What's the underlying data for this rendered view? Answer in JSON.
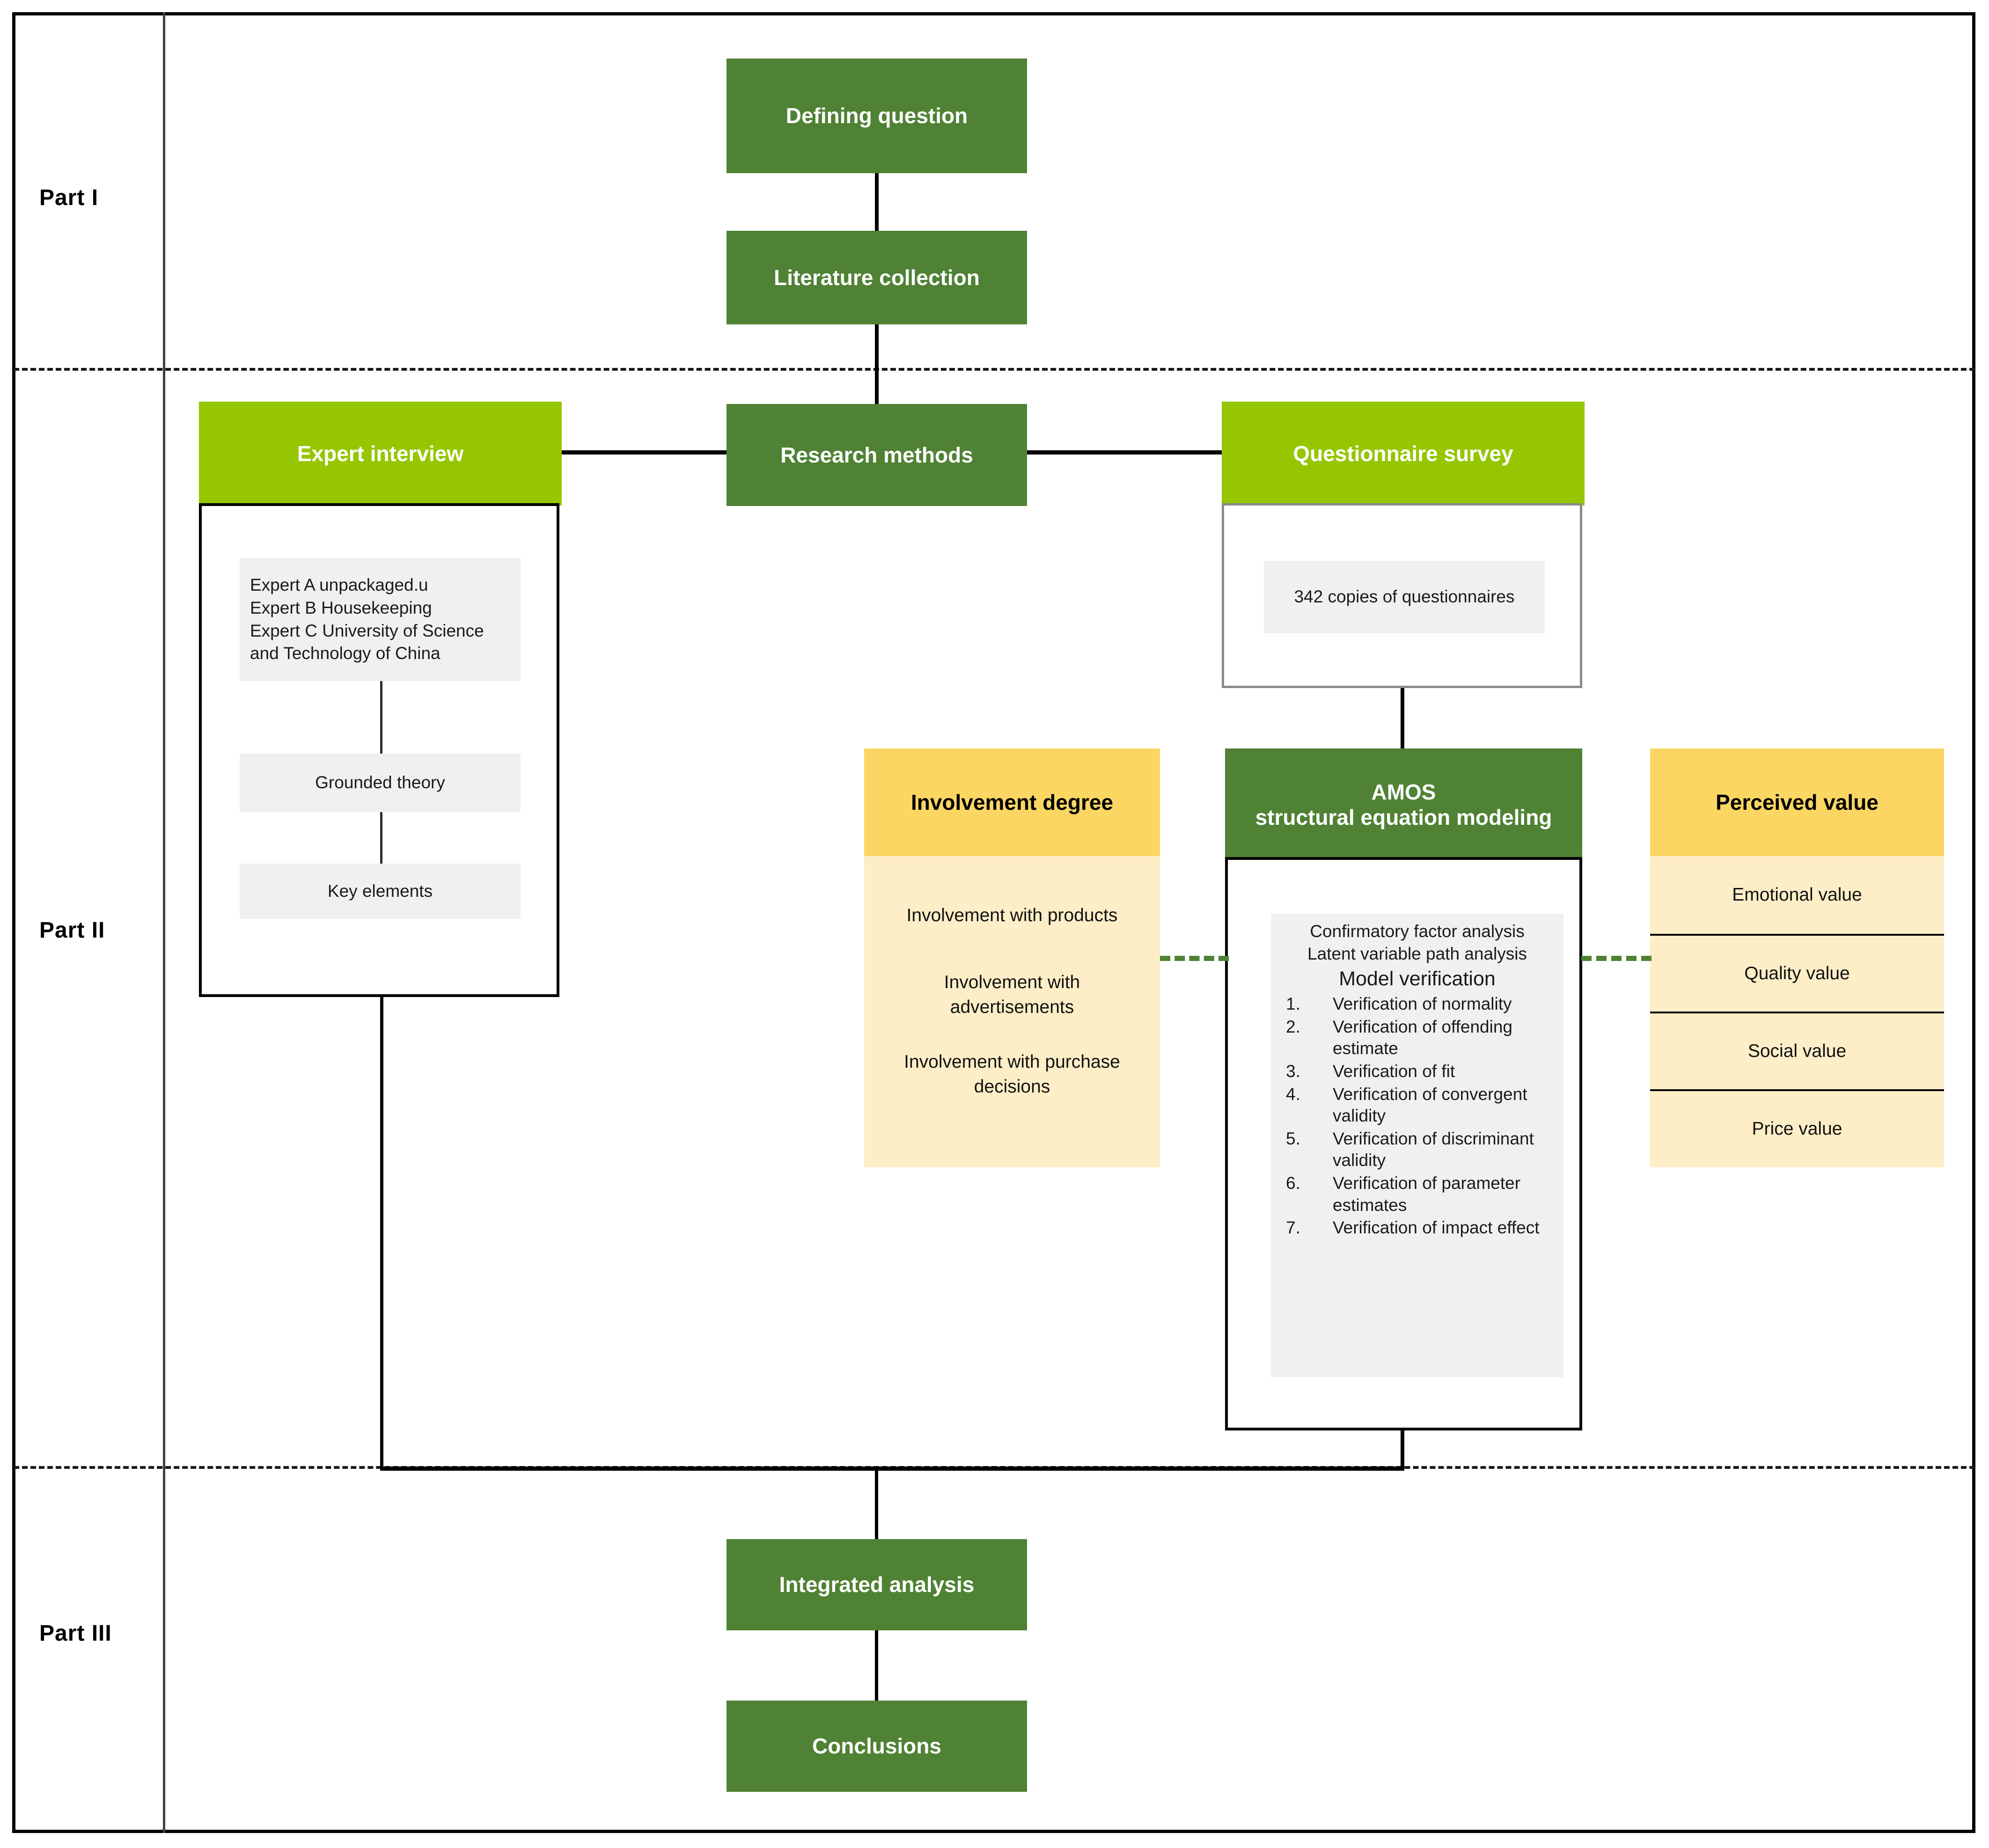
{
  "parts": [
    {
      "label": "Part I"
    },
    {
      "label": "Part II"
    },
    {
      "label": "Part III"
    }
  ],
  "colors": {
    "dark_green": "#4f8234",
    "light_green": "#95c600",
    "amber_header": "#fbd663",
    "amber_body": "#fdeec7",
    "chip_grey": "#f0f0f0",
    "line_black": "#000000"
  },
  "part1": {
    "defining_question": "Defining question",
    "literature_collection": "Literature collection"
  },
  "part2": {
    "research_methods": "Research methods",
    "expert_interview": {
      "title": "Expert  interview",
      "experts": "Expert A unpackaged.u\nExpert B  Housekeeping\nExpert C University of Science and Technology of China",
      "grounded_theory": "Grounded theory",
      "key_elements": "Key elements"
    },
    "questionnaire_survey": {
      "title": "Questionnaire survey",
      "copies": "342 copies of questionnaires"
    },
    "involvement_degree": {
      "title": "Involvement degree",
      "items": [
        "Involvement with products",
        "Involvement with advertisements",
        "Involvement with purchase decisions"
      ]
    },
    "amos": {
      "title": "AMOS\nstructural equation modeling",
      "line1": "Confirmatory factor analysis",
      "line2": "Latent variable path analysis",
      "heading": "Model verification",
      "steps": [
        "Verification of normality",
        "Verification of offending estimate",
        "Verification of fit",
        "Verification of convergent validity",
        "Verification of discriminant validity",
        "Verification of parameter estimates",
        "Verification of impact effect"
      ]
    },
    "perceived_value": {
      "title": "Perceived value",
      "items": [
        "Emotional value",
        "Quality value",
        "Social value",
        "Price value"
      ]
    }
  },
  "part3": {
    "integrated_analysis": "Integrated analysis",
    "conclusions": "Conclusions"
  }
}
